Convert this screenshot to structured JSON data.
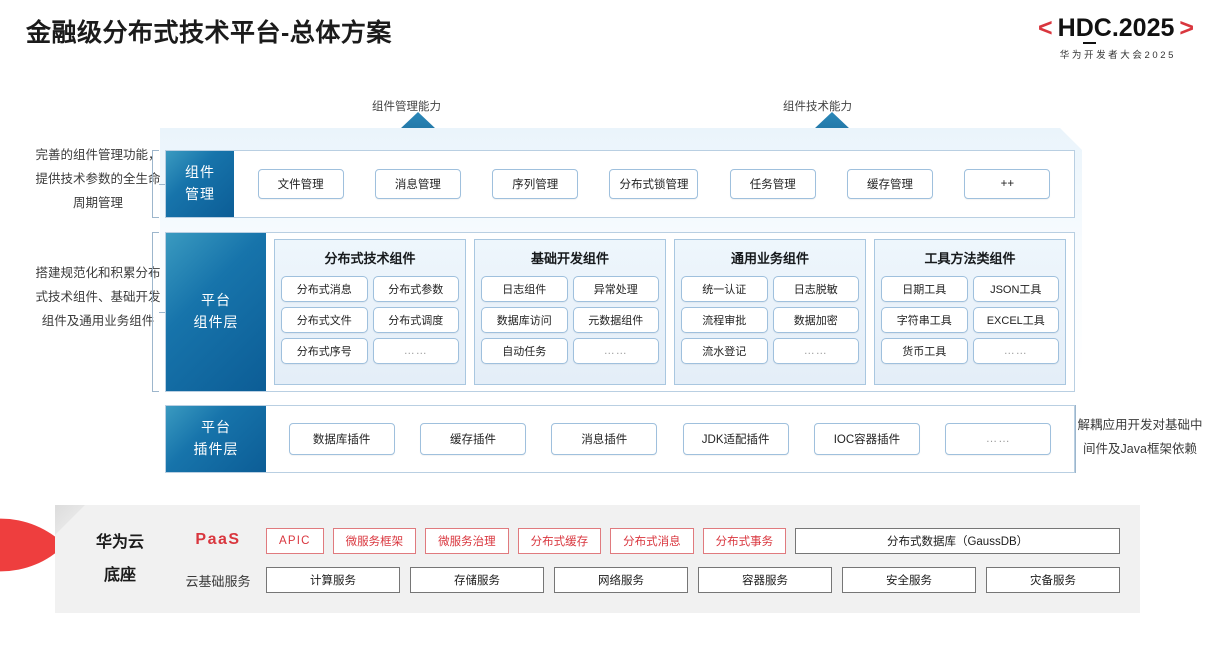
{
  "header": {
    "title": "金融级分布式技术平台-总体方案",
    "logo": {
      "left_bracket": "<",
      "word": "HDC.2025",
      "right_bracket": ">",
      "subtitle": "华为开发者大会2025",
      "bracket_color": "#d9363e"
    }
  },
  "arrows": {
    "left_label": "组件管理能力",
    "right_label": "组件技术能力"
  },
  "side_notes": {
    "left_top": "完善的组件管理功能，提供技术参数的全生命周期管理",
    "left_bottom": "搭建规范化和积累分布式技术组件、基础开发组件及通用业务组件",
    "right": "解耦应用开发对基础中间件及Java框架依赖"
  },
  "layers": [
    {
      "id": "component-management",
      "tab": "组件\n管理",
      "tab_lines": [
        "组件",
        "管理"
      ],
      "chips": [
        "文件管理",
        "消息管理",
        "序列管理",
        "分布式锁管理",
        "任务管理",
        "缓存管理",
        "++"
      ]
    },
    {
      "id": "platform-component-layer",
      "tab_lines": [
        "平台",
        "组件层"
      ],
      "groups": [
        {
          "title": "分布式技术组件",
          "items": [
            "分布式消息",
            "分布式参数",
            "分布式文件",
            "分布式调度",
            "分布式序号",
            "……"
          ]
        },
        {
          "title": "基础开发组件",
          "items": [
            "日志组件",
            "异常处理",
            "数据库访问",
            "元数据组件",
            "自动任务",
            "……"
          ]
        },
        {
          "title": "通用业务组件",
          "items": [
            "统一认证",
            "日志脱敏",
            "流程审批",
            "数据加密",
            "流水登记",
            "……"
          ]
        },
        {
          "title": "工具方法类组件",
          "items": [
            "日期工具",
            "JSON工具",
            "字符串工具",
            "EXCEL工具",
            "货币工具",
            "……"
          ]
        }
      ]
    },
    {
      "id": "platform-plugin-layer",
      "tab_lines": [
        "平台",
        "插件层"
      ],
      "chips": [
        "数据库插件",
        "缓存插件",
        "消息插件",
        "JDK适配插件",
        "IOC容器插件",
        "……"
      ]
    }
  ],
  "foundation": {
    "title_lines": [
      "华为云",
      "底座"
    ],
    "paas_label": "PaaS",
    "cloud_base_label": "云基础服务",
    "paas_services": [
      "APIC",
      "微服务框架",
      "微服务治理",
      "分布式缓存",
      "分布式消息",
      "分布式事务",
      "分布式数据库（GaussDB）"
    ],
    "infra_services": [
      "计算服务",
      "存储服务",
      "网络服务",
      "容器服务",
      "安全服务",
      "灾备服务"
    ],
    "paas_accent": "#d9363e",
    "infra_border": "#767676"
  }
}
